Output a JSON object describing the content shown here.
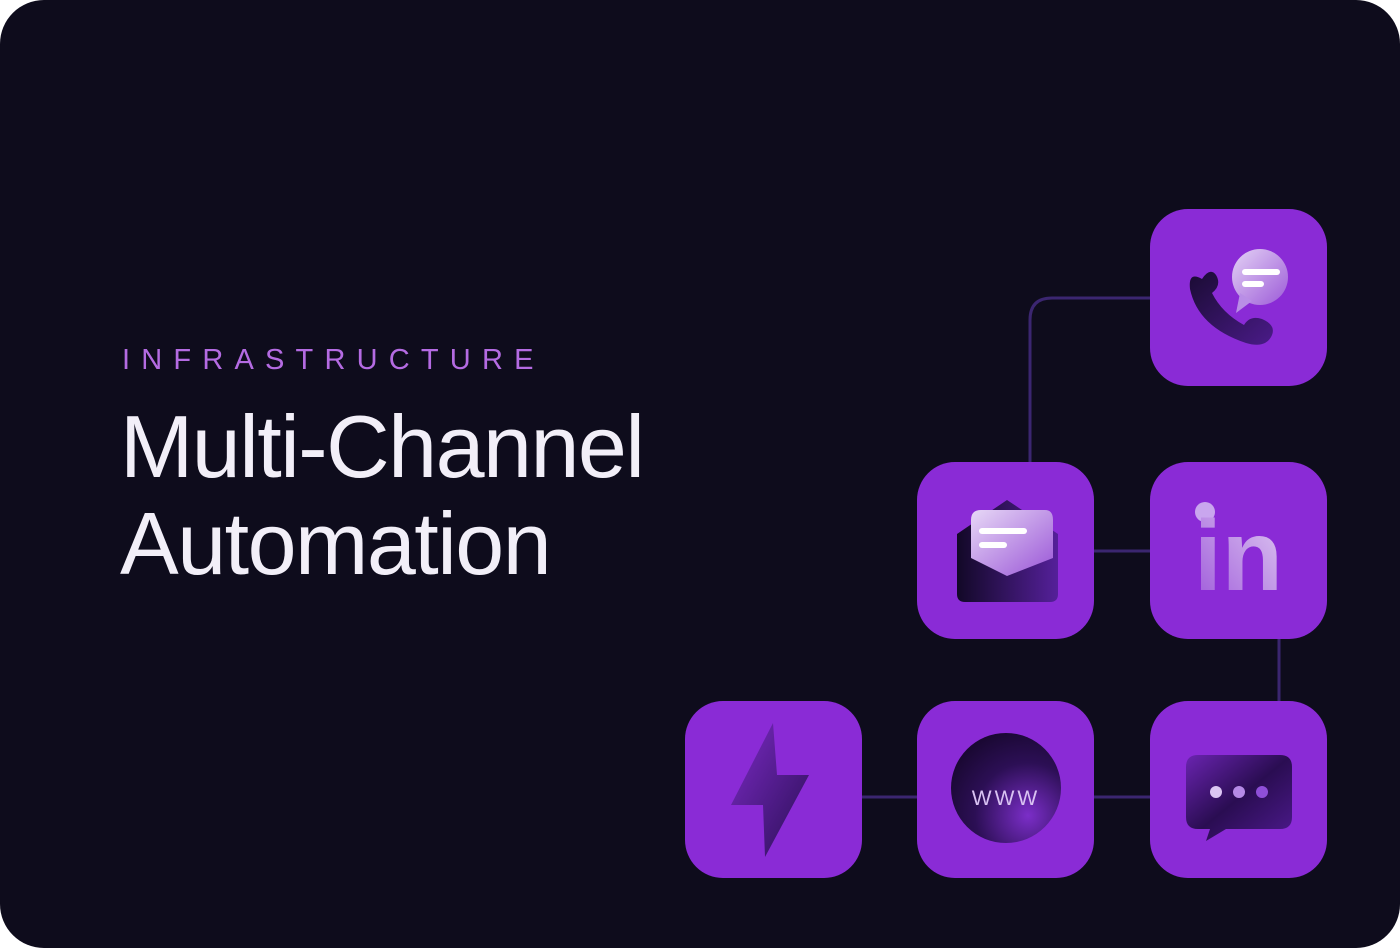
{
  "eyebrow": "INFRASTRUCTURE",
  "title": {
    "line1": "Multi-Channel",
    "line2": "Automation"
  },
  "icons": {
    "phone": "phone-chat-icon",
    "email": "open-envelope-icon",
    "linkedin": "linkedin-icon",
    "bolt": "lightning-bolt-icon",
    "web": "www-globe-icon",
    "chat": "chat-bubble-icon"
  },
  "web_label": "WWW",
  "linkedin_label": "in",
  "colors": {
    "background": "#0e0c1c",
    "tile": "#8a2bd6",
    "accent": "#b46be2",
    "connector": "#3b2670"
  }
}
